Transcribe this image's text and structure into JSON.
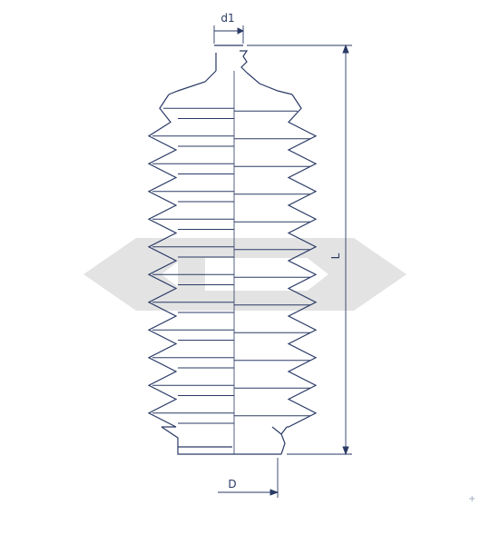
{
  "diagram": {
    "labels": {
      "d1": "d1",
      "l": "L",
      "d": "D"
    },
    "colors": {
      "stroke": "#2a3a66",
      "watermark": "#e3e3e3"
    }
  }
}
